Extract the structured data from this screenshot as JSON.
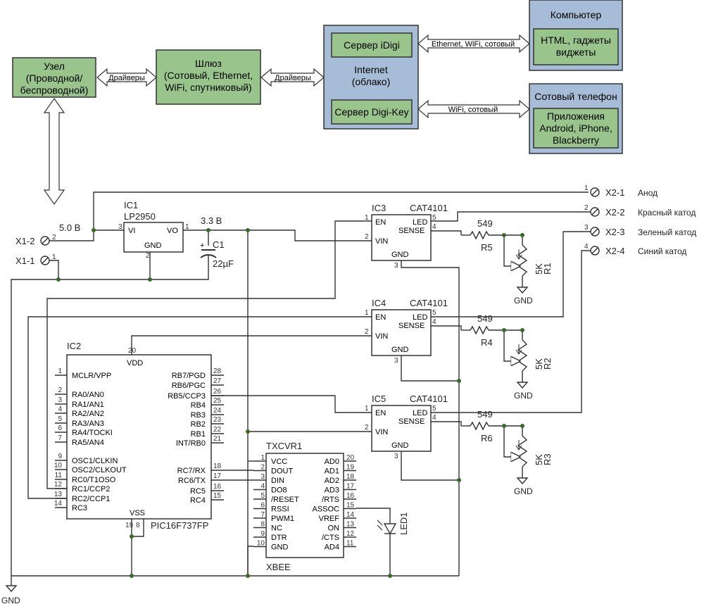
{
  "block": {
    "node": "Узел\n(Проводной/\nбеспроводной)",
    "gateway": "Шлюз\n(Сотовый, Ethernet,\nWiFi, спутниковый)",
    "drivers1": "Драйверы",
    "drivers2": "Драйверы",
    "cloud_title": "Internet\n(облако)",
    "server1": "Сервер iDigi",
    "server2": "Сервер Digi-Key",
    "link1": "Ethernet, WiFi, сотовый",
    "link2": "WiFi, сотовый",
    "computer": "Компьютер",
    "computer_inner": "HTML, гаджеты\nвиджеты",
    "phone": "Сотовый телефон",
    "phone_inner": "Приложения\nAndroid, iPhone,\nBlackberry"
  },
  "schematic": {
    "x1": [
      "X1-2",
      "X1-1"
    ],
    "x1_pins": [
      "2",
      "1"
    ],
    "v50": "5.0 В",
    "v33": "3.3 В",
    "ic1": {
      "ref": "IC1",
      "part": "LP2950",
      "vi": "VI",
      "vo": "VO",
      "gnd": "GND",
      "p3": "3",
      "p1": "1",
      "p2": "2"
    },
    "c1": {
      "ref": "C1",
      "val": "22µF",
      "plus": "+"
    },
    "x2": [
      {
        "ref": "X2-1",
        "pin": "1",
        "name": "Анод"
      },
      {
        "ref": "X2-2",
        "pin": "2",
        "name": "Красный катод"
      },
      {
        "ref": "X2-3",
        "pin": "3",
        "name": "Зеленый катод"
      },
      {
        "ref": "X2-4",
        "pin": "4",
        "name": "Синий катод"
      }
    ],
    "drivers": [
      {
        "ref": "IC3",
        "part": "CAT4101",
        "res": "R5",
        "val": "549",
        "pot": "R1",
        "potval": "5K"
      },
      {
        "ref": "IC4",
        "part": "CAT4101",
        "res": "R4",
        "val": "549",
        "pot": "R2",
        "potval": "5K"
      },
      {
        "ref": "IC5",
        "part": "CAT4101",
        "res": "R6",
        "val": "549",
        "pot": "R3",
        "potval": "5K"
      }
    ],
    "drv_pins": {
      "en": "EN",
      "vin": "VIN",
      "gnd": "GND",
      "led": "LED",
      "sense": "SENSE",
      "p1": "1",
      "p2": "2",
      "p3": "3",
      "p4": "4",
      "p5": "5"
    },
    "gnd": "GND",
    "ic2": {
      "ref": "IC2",
      "part": "PIC16F737FP",
      "vdd": "VDD",
      "vss": "VSS",
      "p20": "20",
      "p19": "19",
      "p8": "8",
      "left": [
        {
          "n": "1",
          "t": "MCLR/VPP"
        },
        {
          "n": "2",
          "t": "RA0/AN0"
        },
        {
          "n": "3",
          "t": "RA1/AN1"
        },
        {
          "n": "4",
          "t": "RA2/AN2"
        },
        {
          "n": "5",
          "t": "RA3/AN3"
        },
        {
          "n": "6",
          "t": "RA4/TOCKI"
        },
        {
          "n": "7",
          "t": "RA5/AN4"
        },
        {
          "n": "9",
          "t": "OSC1/CLKIN"
        },
        {
          "n": "10",
          "t": "OSC2/CLKOUT"
        },
        {
          "n": "11",
          "t": "RC0/T1OSO"
        },
        {
          "n": "12",
          "t": "RC1/CCP2"
        },
        {
          "n": "13",
          "t": "RC2/CCP1"
        },
        {
          "n": "14",
          "t": "RC3"
        }
      ],
      "right": [
        {
          "n": "28",
          "t": "RB7/PGD"
        },
        {
          "n": "27",
          "t": "RB6/PGC"
        },
        {
          "n": "26",
          "t": "RB5/CCP3"
        },
        {
          "n": "25",
          "t": "RB4"
        },
        {
          "n": "24",
          "t": "RB3"
        },
        {
          "n": "23",
          "t": "RB2"
        },
        {
          "n": "22",
          "t": "RB1"
        },
        {
          "n": "21",
          "t": "INT/RB0"
        },
        {
          "n": "18",
          "t": "RC7/RX"
        },
        {
          "n": "17",
          "t": "RC6/TX"
        },
        {
          "n": "16",
          "t": "RC5"
        },
        {
          "n": "15",
          "t": "RC4"
        }
      ]
    },
    "txcvr": {
      "ref": "TXCVR1",
      "part": "XBEE",
      "left": [
        {
          "n": "1",
          "t": "VCC"
        },
        {
          "n": "2",
          "t": "DOUT"
        },
        {
          "n": "3",
          "t": "DIN"
        },
        {
          "n": "4",
          "t": "DO8"
        },
        {
          "n": "5",
          "t": "/RESET"
        },
        {
          "n": "6",
          "t": "RSSI"
        },
        {
          "n": "7",
          "t": "PWM1"
        },
        {
          "n": "8",
          "t": "NC"
        },
        {
          "n": "9",
          "t": "DTR"
        },
        {
          "n": "10",
          "t": "GND"
        }
      ],
      "right": [
        {
          "n": "20",
          "t": "AD0"
        },
        {
          "n": "19",
          "t": "AD1"
        },
        {
          "n": "18",
          "t": "AD2"
        },
        {
          "n": "17",
          "t": "AD3"
        },
        {
          "n": "16",
          "t": "/RTS"
        },
        {
          "n": "15",
          "t": "ASSOC"
        },
        {
          "n": "14",
          "t": "VREF"
        },
        {
          "n": "13",
          "t": "ON"
        },
        {
          "n": "12",
          "t": "/CTS"
        },
        {
          "n": "11",
          "t": "AD4"
        }
      ]
    },
    "led1": "LED1"
  },
  "colors": {
    "green": "#99c48c",
    "blue": "#a7bcd6",
    "wire": "#333333",
    "net": "#3a6a2a"
  }
}
